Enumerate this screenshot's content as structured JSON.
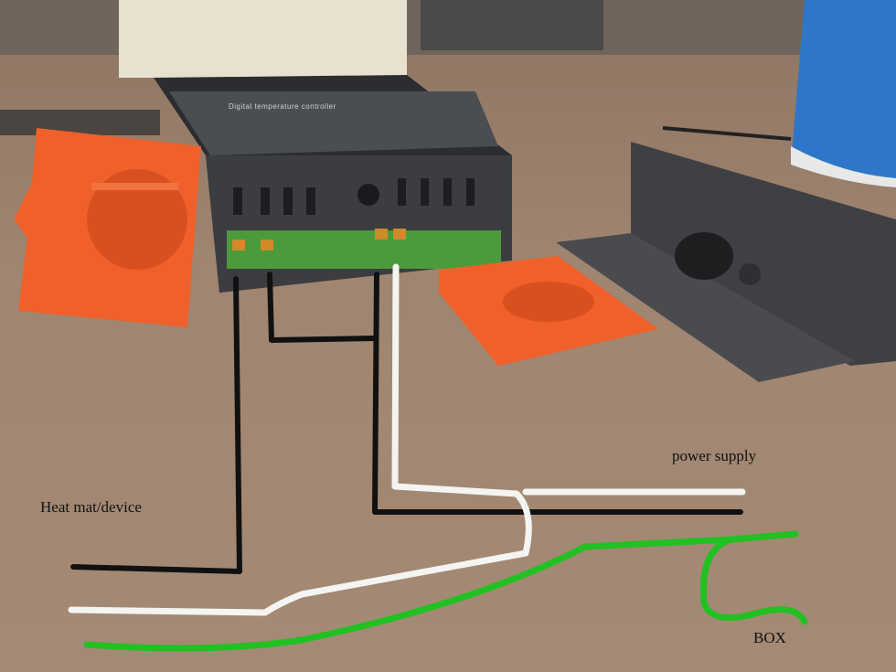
{
  "photo": {
    "controller_label": "Digital temperature controller",
    "colors": {
      "wood": "#9a8069",
      "controller": "#3b3d40",
      "terminals": "#4c9a3a",
      "clip": "#f0602a",
      "bracket": "#3e3f42",
      "wire_black": "#111111",
      "wire_white": "#f4f4f2",
      "wire_green": "#22c022"
    }
  },
  "annotations": {
    "heat_mat": "Heat mat/device",
    "power_supply": "power supply",
    "box": "BOX"
  }
}
